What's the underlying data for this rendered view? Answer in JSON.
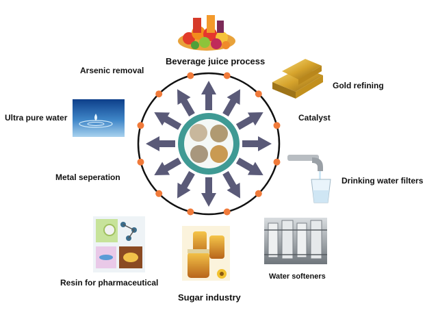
{
  "labels": {
    "beverage": "Beverage juice process",
    "arsenic": "Arsenic removal",
    "gold": "Gold refining",
    "ultra": "Ultra pure water",
    "catalyst": "Catalyst",
    "metal": "Metal seperation",
    "drinking": "Drinking water filters",
    "resin": "Resin for pharmaceutical",
    "softeners": "Water softeners",
    "sugar": "Sugar industry"
  },
  "colors": {
    "ring": "#111111",
    "node": "#f07a3a",
    "arrow": "#5a5a78",
    "disc_outer": "#3f9a94",
    "disc_inner": "#f4f8f6",
    "bead_1": "#c8b79c",
    "bead_2": "#b09a72",
    "bead_3": "#a8977d",
    "bead_4": "#c99a52"
  },
  "icons": {
    "fruit": "fruit-pile-icon",
    "gold": "gold-bars-icon",
    "water": "water-droplet-icon",
    "faucet": "faucet-glass-icon",
    "pharma": "pharmaceutical-collage-icon",
    "softener": "water-softener-plant-icon",
    "sugar": "honey-jars-icon"
  }
}
